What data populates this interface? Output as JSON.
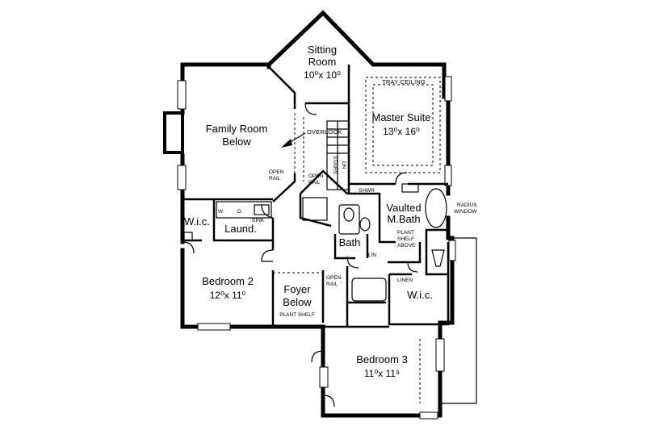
{
  "rooms": {
    "sitting": {
      "name": "Sitting",
      "name2": "Room",
      "dim": "10⁰x 10⁰"
    },
    "family": {
      "name": "Family Room",
      "name2": "Below"
    },
    "master": {
      "name": "Master Suite",
      "dim": "13⁰x 16⁰"
    },
    "vaulted": {
      "name": "Vaulted",
      "name2": "M.Bath"
    },
    "wic1": {
      "name": "W.i.c."
    },
    "laund": {
      "name": "Laund."
    },
    "bath": {
      "name": "Bath"
    },
    "bedroom2": {
      "name": "Bedroom 2",
      "dim": "12⁰x 11⁰"
    },
    "foyer": {
      "name": "Foyer",
      "name2": "Below"
    },
    "wic2": {
      "name": "W.i.c."
    },
    "bedroom3": {
      "name": "Bedroom 3",
      "dim": "11⁰x 11⁹"
    }
  },
  "notes": {
    "tray_ceiling": "TRAY CEILING",
    "overlook": "OVERLOOK",
    "open_rail": "OPEN",
    "open_rail2": "RAIL",
    "stairs": "STAIRS",
    "dn": "DN",
    "shwr": "SHWR",
    "radius": "RADIUS",
    "window": "WINDOW",
    "plant_shelf_1": "PLANT",
    "plant_shelf_2": "SHELF",
    "plant_shelf_3": "ABOVE",
    "sink": "SINK",
    "w": "W.",
    "d": "D.",
    "lin": "LIN",
    "linen": "LINEN",
    "plant_shelf_foyer": "PLANT SHELF"
  }
}
